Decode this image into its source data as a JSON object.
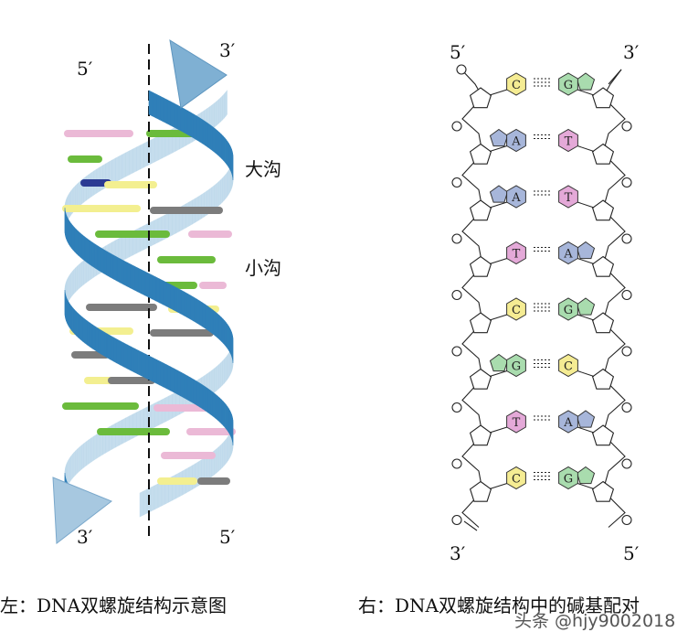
{
  "left_diagram": {
    "top_left_label": "5′",
    "top_right_label": "3′",
    "bottom_left_label": "3′",
    "bottom_right_label": "5′",
    "major_groove_label": "大沟",
    "minor_groove_label": "小沟",
    "caption": "左：DNA双螺旋结构示意图"
  },
  "right_diagram": {
    "top_left_label": "5′",
    "top_right_label": "3′",
    "bottom_left_label": "3′",
    "bottom_right_label": "5′",
    "caption": "右：DNA双螺旋结构中的碱基配对",
    "pairs": [
      {
        "left": "C",
        "right": "G"
      },
      {
        "left": "A",
        "right": "T"
      },
      {
        "left": "A",
        "right": "T"
      },
      {
        "left": "T",
        "right": "A"
      },
      {
        "left": "C",
        "right": "G"
      },
      {
        "left": "G",
        "right": "C"
      },
      {
        "left": "T",
        "right": "A"
      },
      {
        "left": "C",
        "right": "G"
      }
    ]
  },
  "watermark": "头条 @hjy9002018",
  "colors": {
    "ribbon_dark": "#2f7fb8",
    "ribbon_light": "#bcd8ea",
    "arrow": "#7fb0d3",
    "base_A": "#a7b6da",
    "base_T": "#e4a9d8",
    "base_C": "#f5ec93",
    "base_G": "#a9dcae",
    "bar_green": "#6bbb3c",
    "bar_pink": "#ebb9d6",
    "bar_yellow": "#f3ef90",
    "bar_gray": "#7c7c7c",
    "bar_navy": "#2b3a93"
  }
}
